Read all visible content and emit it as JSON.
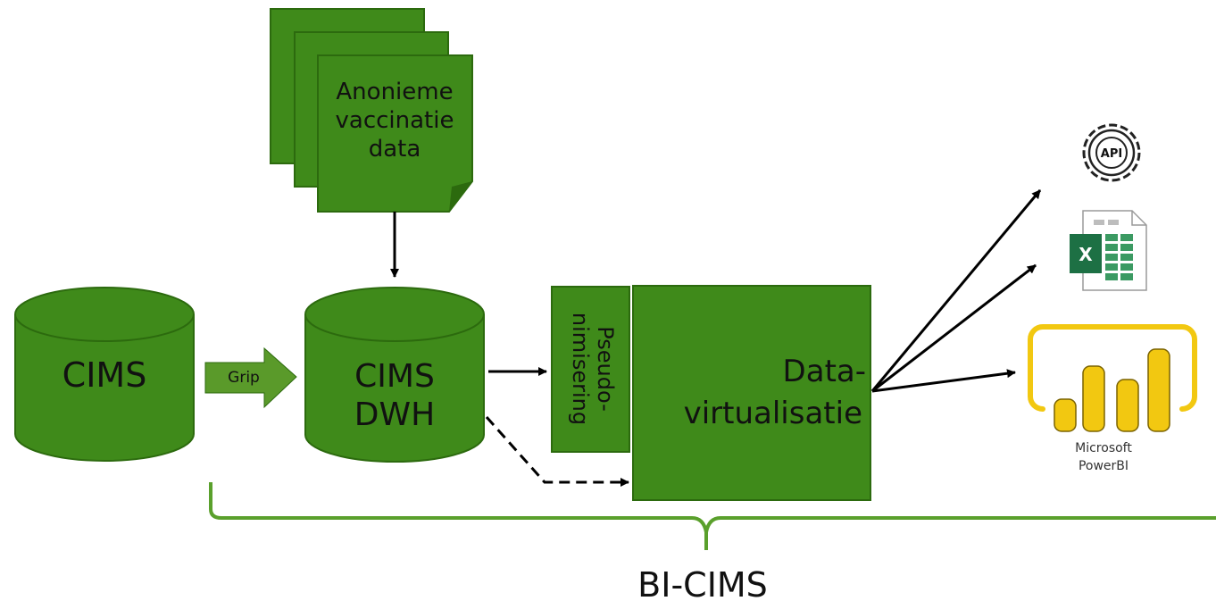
{
  "colors": {
    "green_fill": "#3f8a1a",
    "green_stroke": "#2c6a0e",
    "bracket": "#5aa02c",
    "arrow": "#000000",
    "powerbi_yellow": "#f2c811",
    "excel_green": "#1d7044"
  },
  "nodes": {
    "cims": "CIMS",
    "grip": "Grip",
    "cims_dwh_line1": "CIMS",
    "cims_dwh_line2": "DWH",
    "document_line1": "Anonieme",
    "document_line2": "vaccinatie",
    "document_line3": "data",
    "pseudo_line1": "Pseudo-",
    "pseudo_line2": "nimisering",
    "datavirt_line1": "Data-",
    "datavirt_line2": "virtualisatie"
  },
  "outputs": {
    "api_icon": "api-icon",
    "api_label": "API",
    "excel_icon": "excel-icon",
    "excel_label": "X",
    "powerbi_icon": "powerbi-icon",
    "powerbi_line1": "Microsoft",
    "powerbi_line2": "PowerBI"
  },
  "bracket_label": "BI-CIMS"
}
